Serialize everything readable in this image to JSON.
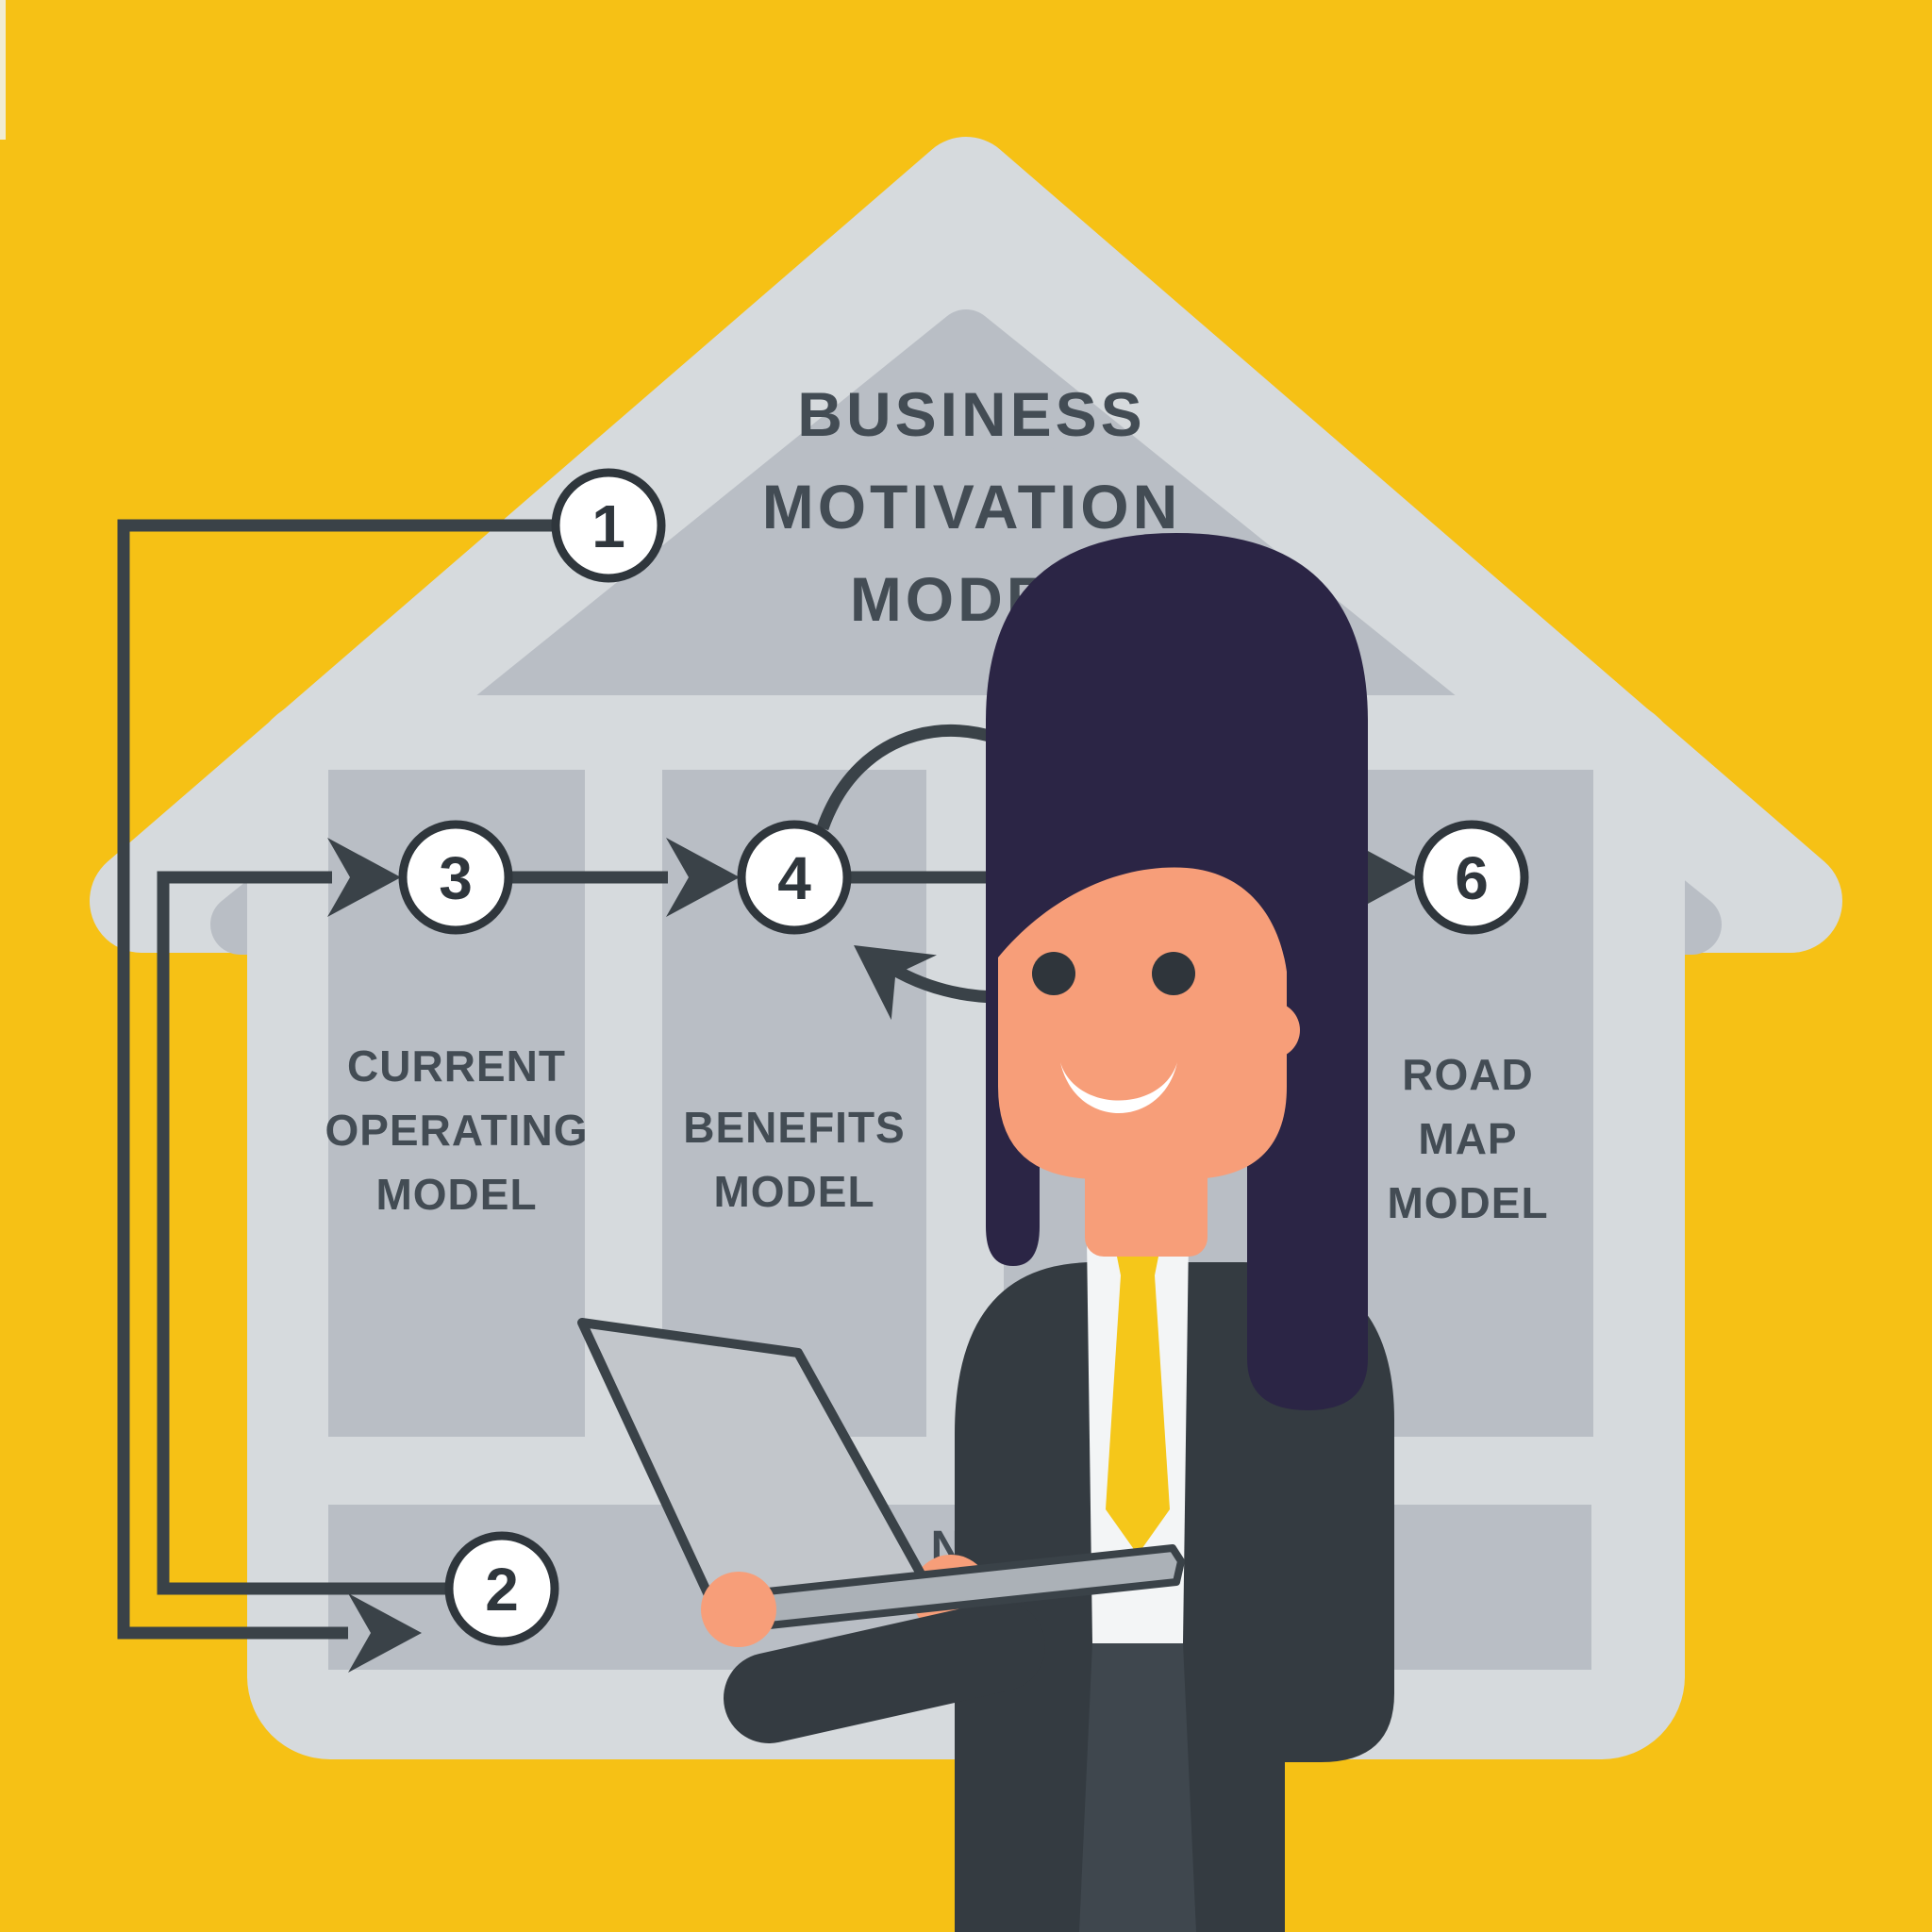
{
  "title": {
    "lines": [
      "BUSINESS",
      "MOTIVATION",
      "MODEL"
    ]
  },
  "pillars": [
    {
      "lines": [
        "CURRENT",
        "OPERATING",
        "MODEL"
      ]
    },
    {
      "lines": [
        "BENEFITS",
        "MODEL"
      ]
    },
    {
      "lines": []
    },
    {
      "lines": [
        "ROAD",
        "MAP",
        "MODEL"
      ]
    }
  ],
  "steps": [
    {
      "number": "1"
    },
    {
      "number": "2"
    },
    {
      "number": "3"
    },
    {
      "number": "4"
    },
    {
      "number": "6"
    }
  ],
  "base": {
    "fragment": "N"
  },
  "colors": {
    "background": "#F6C115",
    "house_light": "#D6DADD",
    "house_mid": "#B9BEC5",
    "line_dark": "#3A4248",
    "text": "#434C54",
    "hair": "#2B2545",
    "skin": "#F79E79",
    "suit": "#343B41",
    "trousers": "#3F474E",
    "shirt": "#F3F5F6",
    "tie": "#F5C71A",
    "laptop_screen": "#C2C6CB",
    "laptop_base": "#ABB1B7"
  }
}
